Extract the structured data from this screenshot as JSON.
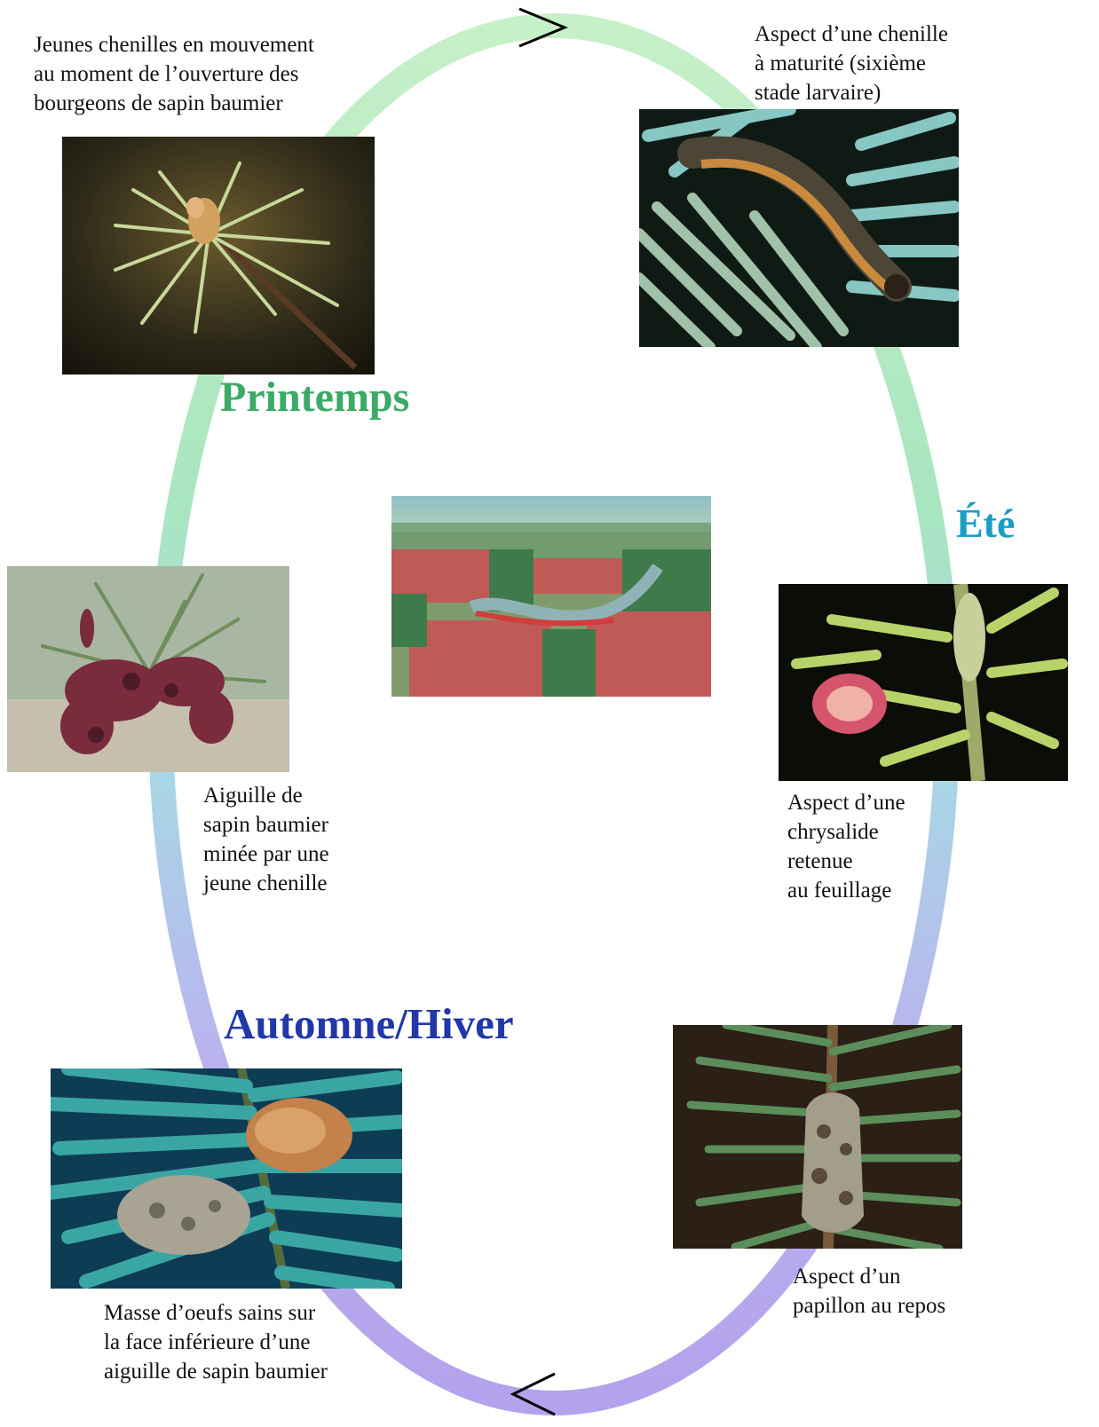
{
  "colors": {
    "spring_green": "#3aaa66",
    "summer_teal": "#1a9ec2",
    "autumn_blue": "#2237a8",
    "ring_green": "#bfeec6",
    "ring_teal": "#9fe0d0",
    "ring_violet": "#c2b6f0",
    "ring_purple": "#b7a5ee"
  },
  "seasons": {
    "spring": "Printemps",
    "summer": "Été",
    "autumn_winter": "Automne/Hiver"
  },
  "captions": {
    "young_larvae": "Jeunes chenilles en mouvement\nau moment de l’ouverture des\nbourgeons de sapin baumier",
    "mature_larva": "Aspect d’une chenille\nà maturité (sixième\nstade larvaire)",
    "mined_needle": "Aiguille de\nsapin baumier\nminée par une\njeune chenille",
    "pupa": "Aspect d’une\nchrysalide\nretenue\nau feuillage",
    "moth": "Aspect d’un\npapillon au repos",
    "eggs": "Masse d’oeufs sains sur\nla face inférieure d’une\naiguille de sapin baumier"
  },
  "photos": {
    "young_larvae": "young-larvae-photo",
    "mature_larva": "mature-larva-photo",
    "mined_needle": "mined-needle-photo",
    "forest": "defoliated-forest-photo",
    "pupa": "pupa-photo",
    "moth": "moth-photo",
    "eggs": "egg-mass-photo"
  }
}
